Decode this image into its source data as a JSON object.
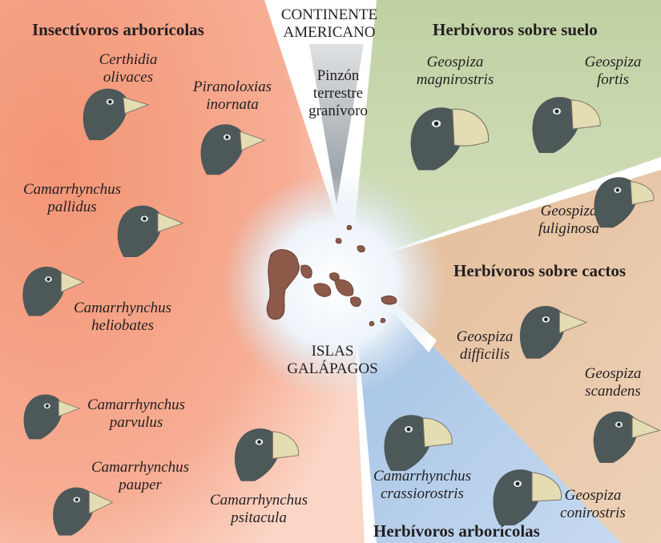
{
  "regions": {
    "insect": {
      "title": "Insectívoros arborícolas",
      "color": "#f59a7e"
    },
    "ground": {
      "title": "Herbívoros sobre suelo",
      "color": "#c4d3a6"
    },
    "cactus": {
      "title": "Herbívoros sobre cactos",
      "color": "#e8c7a6"
    },
    "tree": {
      "title": "Herbívoros arborícolas",
      "color": "#a9c6e6"
    }
  },
  "continent": {
    "line1": "CONTINENTE",
    "line2": "AMERICANO"
  },
  "ancestor": {
    "line1": "Pinzón",
    "line2": "terrestre",
    "line3": "granívoro"
  },
  "islands": {
    "line1": "ISLAS",
    "line2": "GALÁPAGOS"
  },
  "species": [
    {
      "line1": "Certhidia",
      "line2": "olivaces"
    },
    {
      "line1": "Piranoloxias",
      "line2": "inornata"
    },
    {
      "line1": "Camarrhynchus",
      "line2": "pallidus"
    },
    {
      "line1": "Camarrhynchus",
      "line2": "heliobates"
    },
    {
      "line1": "Camarrhynchus",
      "line2": "parvulus"
    },
    {
      "line1": "Camarrhynchus",
      "line2": "pauper"
    },
    {
      "line1": "Camarrhynchus",
      "line2": "psitacula"
    },
    {
      "line1": "Geospiza",
      "line2": "magnirostris"
    },
    {
      "line1": "Geospiza",
      "line2": "fortis"
    },
    {
      "line1": "Geospiza",
      "line2": "fuliginosa"
    },
    {
      "line1": "Geospiza",
      "line2": "difficilis"
    },
    {
      "line1": "Geospiza",
      "line2": "scandens"
    },
    {
      "line1": "Camarrhynchus",
      "line2": "crassiorostris"
    },
    {
      "line1": "Geospiza",
      "line2": "conirostris"
    }
  ],
  "colors": {
    "bird_body": "#4d5859",
    "bird_shade": "#363f40",
    "beak": "#e4dcb2",
    "land": "#8d5a4a"
  }
}
